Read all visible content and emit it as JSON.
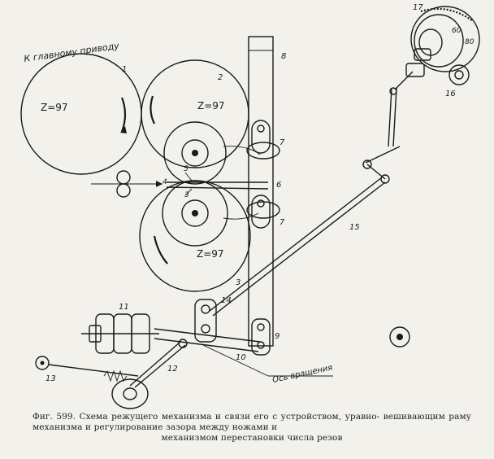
{
  "diagram": {
    "drive_label": "К главному приводу",
    "axis_label": "Ось вращения",
    "gear_teeth": [
      "Z=97",
      "Z=97",
      "Z=97"
    ],
    "numbers": [
      "1",
      "2",
      "3",
      "4",
      "5",
      "6",
      "7",
      "7",
      "8",
      "9",
      "10",
      "11",
      "12",
      "13",
      "14",
      "15",
      "16",
      "17",
      "3",
      "60",
      "80"
    ]
  },
  "caption": {
    "line1": "Фиг. 599. Схема режущего механизма и связи его с устройством, уравно-",
    "line2": "вешивающим раму механизма и регулирование зазора между ножами и",
    "line3": "механизмом перестановки числа резов"
  }
}
